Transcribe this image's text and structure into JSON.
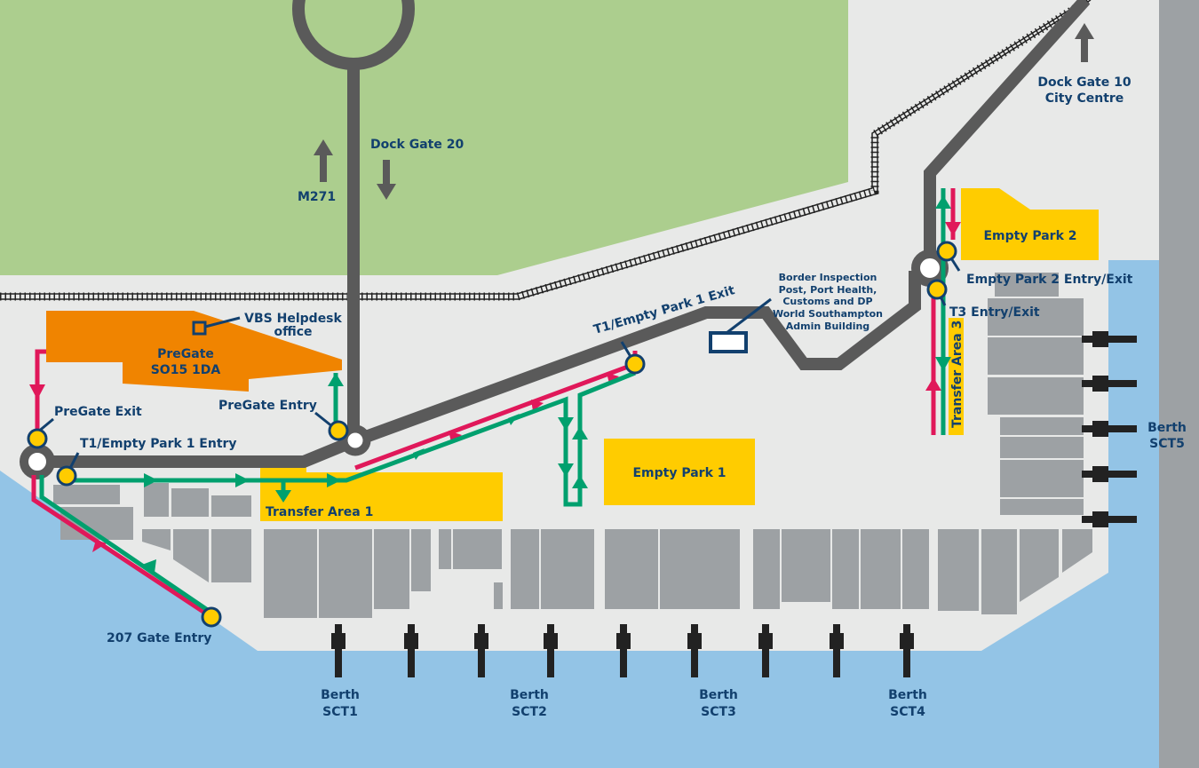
{
  "map": {
    "roads": {
      "dock_gate_20": "Dock Gate 20",
      "m271": "M271",
      "dock_gate_10_line1": "Dock Gate 10",
      "dock_gate_10_line2": "City Centre"
    },
    "areas": {
      "pregate_line1": "PreGate",
      "pregate_line2": "SO15 1DA",
      "transfer_area_1": "Transfer Area 1",
      "empty_park_1": "Empty Park 1",
      "empty_park_2": "Empty Park 2",
      "transfer_area_3": "Transfer Area 3"
    },
    "buildings": {
      "vbs_line1": "VBS Helpdesk",
      "vbs_line2": "office",
      "border_lines": [
        "Border Inspection",
        "Post, Port Health,",
        "Customs and DP",
        "World Southampton",
        "Admin Building"
      ]
    },
    "gates": {
      "pregate_exit": "PreGate Exit",
      "pregate_entry": "PreGate Entry",
      "t1_ep1_entry": "T1/Empty Park 1 Entry",
      "t1_ep1_exit": "T1/Empty Park 1 Exit",
      "ep2_entry_exit": "Empty Park 2 Entry/Exit",
      "t3_entry_exit": "T3 Entry/Exit",
      "gate_207_entry": "207 Gate Entry"
    },
    "berths": [
      {
        "line1": "Berth",
        "line2": "SCT1"
      },
      {
        "line1": "Berth",
        "line2": "SCT2"
      },
      {
        "line1": "Berth",
        "line2": "SCT3"
      },
      {
        "line1": "Berth",
        "line2": "SCT4"
      },
      {
        "line1": "Berth",
        "line2": "SCT5"
      }
    ],
    "colors": {
      "land": "#e8e9e8",
      "park": "#acce8e",
      "water": "#93c4e6",
      "road": "#5a5a5a",
      "pregate": "#f08400",
      "area": "#ffcc00",
      "entry_route": "#00a06e",
      "exit_route": "#e0185a",
      "text": "#12406e"
    }
  }
}
